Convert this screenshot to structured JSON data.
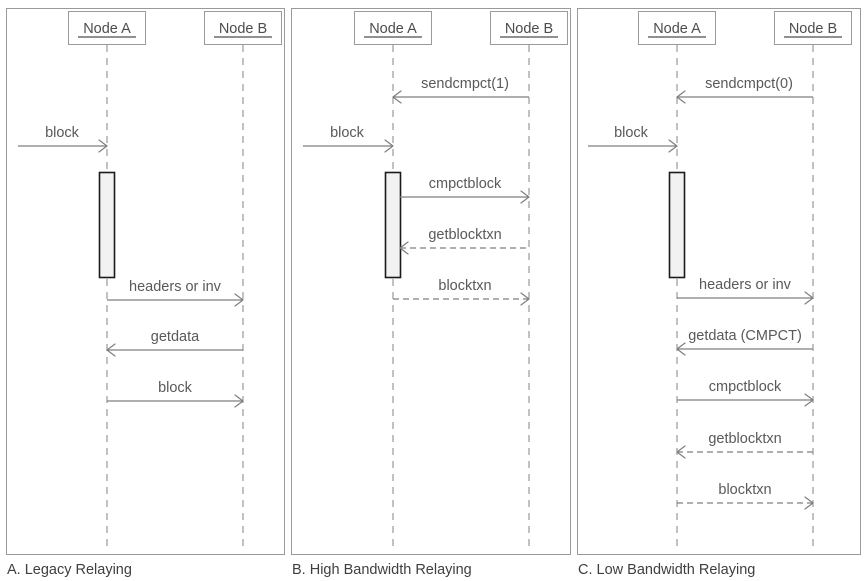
{
  "figure": {
    "kind": "uml-sequence-diagram",
    "background": "#ffffff",
    "line_color": "#7f7f7f",
    "text_color": "#595959",
    "activation_fill": "#f2f2f2",
    "activation_stroke": "#1a1a1a",
    "frame_stroke": "#9a9a9a"
  },
  "panels": [
    {
      "id": "A",
      "caption": "A. Legacy Relaying",
      "participants": [
        {
          "name": "Node A",
          "role": "left"
        },
        {
          "name": "Node B",
          "role": "right"
        }
      ],
      "messages": [
        {
          "label": "block",
          "from": "external",
          "to": "Node A",
          "style": "solid",
          "direction": "right"
        },
        {
          "label": "headers or inv",
          "from": "Node A",
          "to": "Node B",
          "style": "solid",
          "direction": "right"
        },
        {
          "label": "getdata",
          "from": "Node B",
          "to": "Node A",
          "style": "solid",
          "direction": "left"
        },
        {
          "label": "block",
          "from": "Node A",
          "to": "Node B",
          "style": "solid",
          "direction": "right"
        }
      ],
      "activations": [
        {
          "on": "Node A"
        }
      ]
    },
    {
      "id": "B",
      "caption": "B. High Bandwidth Relaying",
      "participants": [
        {
          "name": "Node A",
          "role": "left"
        },
        {
          "name": "Node B",
          "role": "right"
        }
      ],
      "messages": [
        {
          "label": "sendcmpct(1)",
          "from": "Node B",
          "to": "Node A",
          "style": "solid",
          "direction": "left"
        },
        {
          "label": "block",
          "from": "external",
          "to": "Node A",
          "style": "solid",
          "direction": "right"
        },
        {
          "label": "cmpctblock",
          "from": "Node A",
          "to": "Node B",
          "style": "solid",
          "direction": "right"
        },
        {
          "label": "getblocktxn",
          "from": "Node B",
          "to": "Node A",
          "style": "dashed",
          "direction": "left"
        },
        {
          "label": "blocktxn",
          "from": "Node A",
          "to": "Node B",
          "style": "dashed",
          "direction": "right"
        }
      ],
      "activations": [
        {
          "on": "Node A"
        }
      ]
    },
    {
      "id": "C",
      "caption": "C. Low Bandwidth Relaying",
      "participants": [
        {
          "name": "Node A",
          "role": "left"
        },
        {
          "name": "Node B",
          "role": "right"
        }
      ],
      "messages": [
        {
          "label": "sendcmpct(0)",
          "from": "Node B",
          "to": "Node A",
          "style": "solid",
          "direction": "left"
        },
        {
          "label": "block",
          "from": "external",
          "to": "Node A",
          "style": "solid",
          "direction": "right"
        },
        {
          "label": "headers or inv",
          "from": "Node A",
          "to": "Node B",
          "style": "solid",
          "direction": "right"
        },
        {
          "label": "getdata (CMPCT)",
          "from": "Node B",
          "to": "Node A",
          "style": "solid",
          "direction": "left"
        },
        {
          "label": "cmpctblock",
          "from": "Node A",
          "to": "Node B",
          "style": "solid",
          "direction": "right"
        },
        {
          "label": "getblocktxn",
          "from": "Node B",
          "to": "Node A",
          "style": "dashed",
          "direction": "left"
        },
        {
          "label": "blocktxn",
          "from": "Node A",
          "to": "Node B",
          "style": "dashed",
          "direction": "right"
        }
      ],
      "activations": [
        {
          "on": "Node A"
        }
      ]
    }
  ]
}
